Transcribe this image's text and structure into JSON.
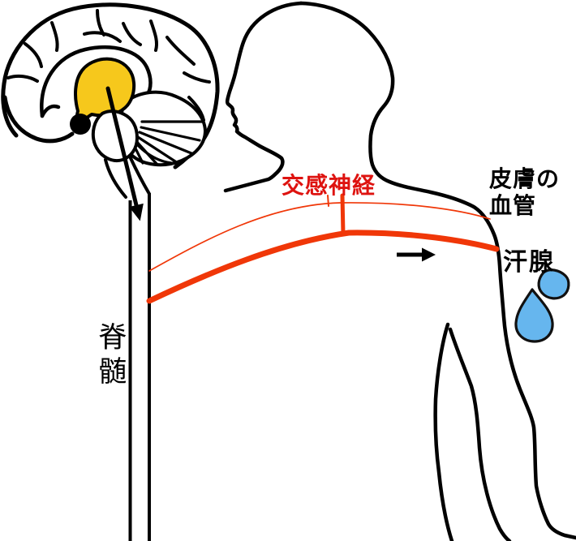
{
  "diagram": {
    "labels": {
      "sympathetic_nerve": "交感神経",
      "skin_vessels_line1": "皮膚の",
      "skin_vessels_line2": "血管",
      "sweat_gland": "汗腺",
      "spinal_cord": "脊髄"
    },
    "colors": {
      "hypothalamus_yellow": "#F6C81C",
      "nerve_red": "#F03708",
      "label_red": "#DE1310",
      "sweat_blue": "#66B6EE",
      "outline_black": "#000000"
    },
    "icons": {
      "down_arrow": "↓",
      "right_arrow": "→",
      "sweat_droplet": "💧"
    }
  }
}
